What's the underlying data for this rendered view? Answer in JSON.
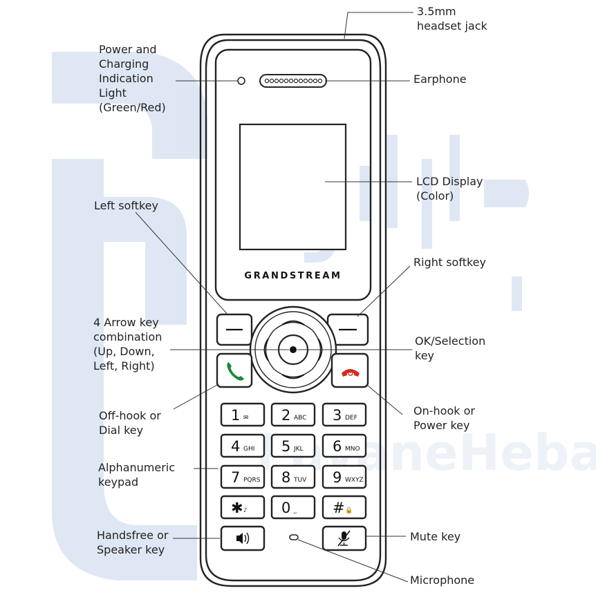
{
  "diagram": {
    "brand": "GRANDSTREAM",
    "labels": {
      "headset_jack": [
        "3.5mm",
        "headset jack"
      ],
      "power_light": [
        "Power and",
        "Charging",
        "Indication",
        "Light",
        "(Green/Red)"
      ],
      "earphone": [
        "Earphone"
      ],
      "lcd_display": [
        "LCD Display",
        "(Color)"
      ],
      "left_softkey": [
        "Left softkey"
      ],
      "right_softkey": [
        "Right softkey"
      ],
      "arrow_keys": [
        "4 Arrow key",
        "combination",
        "(Up, Down,",
        "Left, Right)"
      ],
      "ok_key": [
        "OK/Selection",
        "key"
      ],
      "offhook": [
        "Off-hook or",
        "Dial key"
      ],
      "onhook": [
        "On-hook or",
        "Power key"
      ],
      "keypad": [
        "Alphanumeric",
        "keypad"
      ],
      "speaker": [
        "Handsfree or",
        "Speaker key"
      ],
      "mute": [
        "Mute key"
      ],
      "microphone": [
        "Microphone"
      ]
    },
    "keys": [
      {
        "main": "1",
        "sub": "✉"
      },
      {
        "main": "2",
        "sub": "ABC"
      },
      {
        "main": "3",
        "sub": "DEF"
      },
      {
        "main": "4",
        "sub": "GHI"
      },
      {
        "main": "5",
        "sub": "JKL"
      },
      {
        "main": "6",
        "sub": "MNO"
      },
      {
        "main": "7",
        "sub": "PQRS"
      },
      {
        "main": "8",
        "sub": "TUV"
      },
      {
        "main": "9",
        "sub": "WXYZ"
      },
      {
        "main": "✱",
        "sub": "♪"
      },
      {
        "main": "0",
        "sub": "⎵"
      },
      {
        "main": "#",
        "sub": "🔒"
      }
    ],
    "icons": {
      "dial": "phone-handset-green-icon",
      "hangup": "phone-handset-red-power-icon",
      "speaker": "speaker-icon",
      "mute": "microphone-muted-icon"
    },
    "colors": {
      "dial_icon": "#1a8a3a",
      "hangup_icon": "#d42a1e",
      "watermark": "#c9d7ec"
    },
    "watermark_text": "PayaneHebat"
  }
}
